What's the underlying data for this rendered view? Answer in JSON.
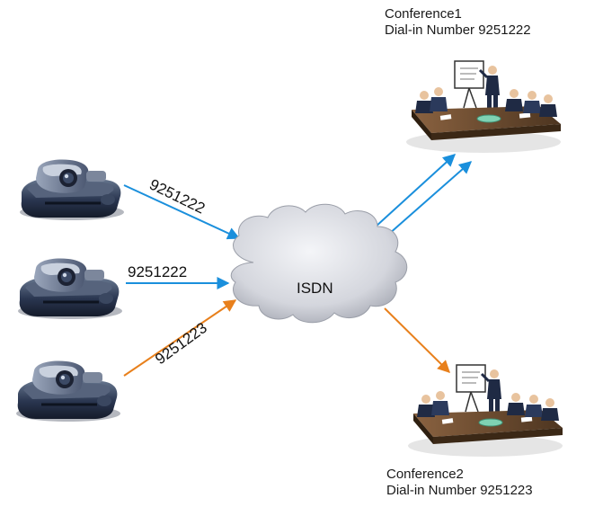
{
  "network": {
    "label": "ISDN"
  },
  "conferences": [
    {
      "name": "Conference1",
      "dial_in": "Dial-in Number 9251222"
    },
    {
      "name": "Conference2",
      "dial_in": "Dial-in Number 9251223"
    }
  ],
  "calls": [
    {
      "number": "9251222",
      "color": "#1a8fdc"
    },
    {
      "number": "9251222",
      "color": "#1a8fdc"
    },
    {
      "number": "9251223",
      "color": "#e8801c"
    }
  ],
  "colors": {
    "call_to_conference1": "#1a8fdc",
    "call_to_conference2": "#e8801c",
    "cloud": "#d9dbe2",
    "table": "#6b4a2e"
  },
  "icons": {
    "endpoint": "videoconference-camera-icon",
    "meeting": "meeting-room-icon",
    "network": "cloud-icon"
  }
}
